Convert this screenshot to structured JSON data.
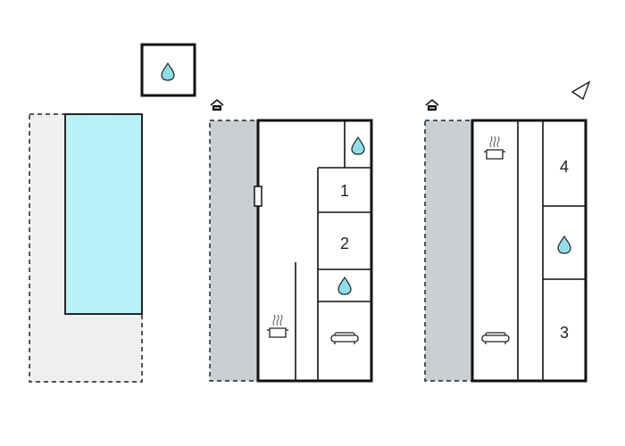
{
  "colors": {
    "wall": "#111111",
    "pool_water": "#b9f2f6",
    "terrace_light": "#eff1f1",
    "terrace_dark": "#c9cfd2",
    "water_drop": "#8fdde8"
  },
  "icons": [
    "water-drop-icon",
    "stove-icon",
    "sofa-icon",
    "home-entrance-icon",
    "north-arrow-icon"
  ],
  "plans": {
    "ground_floor": {
      "room_labels": [
        "1",
        "2"
      ]
    },
    "upper_floor": {
      "room_labels": [
        "4",
        "3"
      ]
    }
  }
}
